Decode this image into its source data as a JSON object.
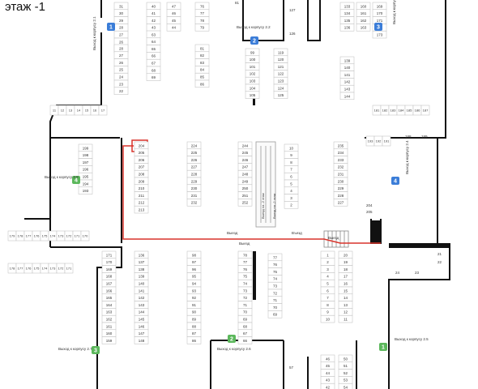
{
  "floor_title": "этаж -1",
  "legend_colors": {
    "blue_exit": "#3b7dd8",
    "green_exit": "#5cb85c",
    "route": "#d9342b",
    "wall": "#111111"
  },
  "exits": [
    {
      "num": "1",
      "label": "Выход к корпусу 2.1",
      "color": "blue",
      "icon": "exit-marker-icon"
    },
    {
      "num": "2",
      "label": "Выход к корпусу 2.2",
      "color": "blue",
      "icon": "exit-marker-icon"
    },
    {
      "num": "3",
      "label": "Выход к корпусу 2.3",
      "color": "blue",
      "icon": "exit-marker-icon"
    },
    {
      "num": "4",
      "label": "Выход к корпусу 2.8",
      "color": "green",
      "icon": "exit-marker-icon"
    },
    {
      "num": "4",
      "label": "Выход к корпусу 2.4",
      "color": "blue",
      "icon": "exit-marker-icon"
    },
    {
      "num": "3",
      "label": "Выход к корпусу 2.7",
      "color": "green",
      "icon": "exit-marker-icon"
    },
    {
      "num": "2",
      "label": "Выход к корпусу 2.6",
      "color": "green",
      "icon": "exit-marker-icon"
    },
    {
      "num": "1",
      "label": "Выход к корпусу 2.5",
      "color": "green",
      "icon": "exit-marker-icon"
    }
  ],
  "route_labels": [
    "Выезд",
    "Выезд",
    "Выезд",
    "Въезд"
  ],
  "ramp_labels": [
    "Выезд на -2 этаж",
    "Въезд на -2 этаж"
  ],
  "spot_columns": [
    {
      "start": 31,
      "step": -1,
      "count": 7,
      "row": 0
    },
    {
      "start": 40,
      "step": 1,
      "count": 4,
      "row": 1
    },
    {
      "start": 47,
      "step": -1,
      "count": 4,
      "row": 2
    },
    {
      "start": 76,
      "step": 1,
      "count": 4,
      "row": 3
    },
    {
      "start": 133,
      "step": 1,
      "count": 4,
      "row": 4
    },
    {
      "start": 160,
      "step": 1,
      "count": 4,
      "row": 5
    },
    {
      "start": 169,
      "step": 1,
      "count": 5,
      "row": 6
    },
    {
      "start": 28,
      "step": -1,
      "count": 7,
      "row": 7
    },
    {
      "start": 63,
      "step": 1,
      "count": 7,
      "row": 8
    },
    {
      "start": 81,
      "step": 1,
      "count": 6,
      "row": 9
    },
    {
      "start": 99,
      "step": 1,
      "count": 7,
      "row": 10
    },
    {
      "start": 119,
      "step": 1,
      "count": 7,
      "row": 11
    },
    {
      "start": 139,
      "step": 1,
      "count": 6,
      "row": 12
    },
    {
      "start": 204,
      "step": 1,
      "count": 10,
      "row": 13
    },
    {
      "start": 224,
      "step": 1,
      "count": 9,
      "row": 14
    },
    {
      "start": 244,
      "step": 1,
      "count": 9,
      "row": 15
    },
    {
      "start": 10,
      "step": -1,
      "count": 9,
      "row": 16
    },
    {
      "start": 235,
      "step": -1,
      "count": 9,
      "row": 17
    },
    {
      "start": 199,
      "step": -1,
      "count": 7,
      "row": 18
    },
    {
      "start": 136,
      "step": 1,
      "count": 13,
      "row": 19
    },
    {
      "start": 98,
      "step": -1,
      "count": 13,
      "row": 20
    },
    {
      "start": 78,
      "step": -1,
      "count": 13,
      "row": 21
    },
    {
      "start": 77,
      "step": -1,
      "count": 9,
      "row": 22
    },
    {
      "start": 1,
      "step": 1,
      "count": 10,
      "row": 23
    },
    {
      "start": 20,
      "step": -1,
      "count": 10,
      "row": 24
    },
    {
      "start": 171,
      "step": -1,
      "count": 13,
      "row": 25
    },
    {
      "start": 46,
      "step": -1,
      "count": 5,
      "row": 26
    },
    {
      "start": 50,
      "step": 1,
      "count": 5,
      "row": 27
    }
  ],
  "horizontal_rows": [
    {
      "start": 11,
      "count": 7
    },
    {
      "start": 179,
      "step": -1,
      "count": 10
    },
    {
      "start": 181,
      "count": 7
    },
    {
      "start": 178,
      "step": -1,
      "count": 8
    },
    {
      "start": 193,
      "step": -1,
      "count": 3
    }
  ],
  "misc_spots": [
    "127",
    "126",
    "188",
    "189",
    "21",
    "22",
    "24",
    "23",
    "204",
    "205",
    "57",
    "81"
  ]
}
